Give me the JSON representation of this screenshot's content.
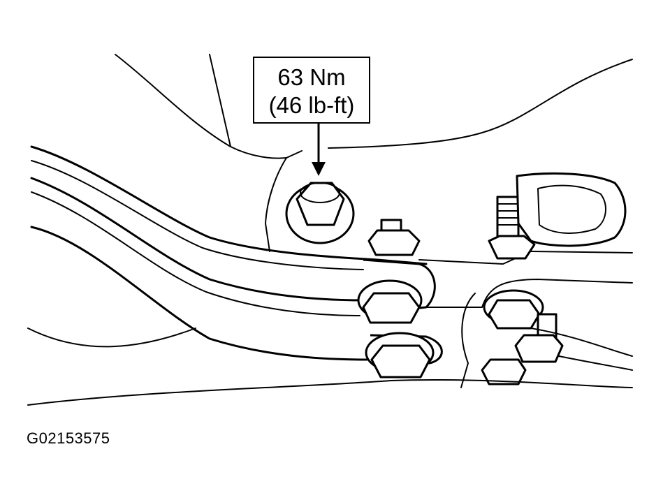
{
  "callout": {
    "torque_nm": "63 Nm",
    "torque_lbft": "(46 lb-ft)"
  },
  "figure": {
    "id": "G02153575"
  }
}
